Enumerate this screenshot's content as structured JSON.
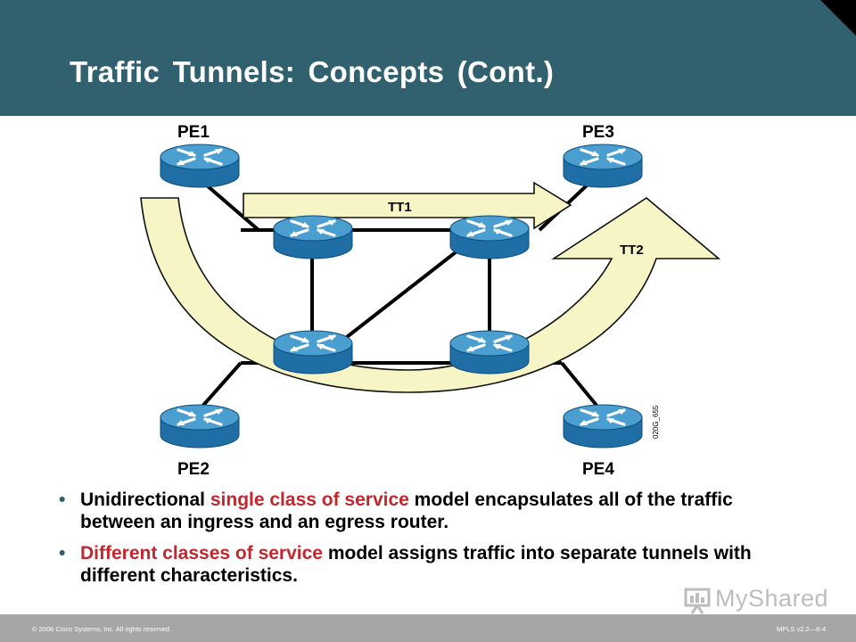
{
  "slide": {
    "title": "Traffic Tunnels: Concepts (Cont.)"
  },
  "diagram": {
    "nodes": [
      {
        "id": "pe1",
        "label": "PE1"
      },
      {
        "id": "pe2",
        "label": "PE2"
      },
      {
        "id": "pe3",
        "label": "PE3"
      },
      {
        "id": "pe4",
        "label": "PE4"
      }
    ],
    "tunnels": [
      {
        "id": "tt1",
        "label": "TT1"
      },
      {
        "id": "tt2",
        "label": "TT2"
      }
    ],
    "figure_id": "020G_655",
    "colors": {
      "router_top": "#4a9fd0",
      "router_side": "#1f6fa6",
      "tunnel_fill": "#f7f5c6",
      "link": "#000000"
    }
  },
  "bullets": [
    {
      "pre": "Unidirectional ",
      "highlight": "single class of service",
      "post": " model encapsulates all of the traffic between an ingress and an egress router."
    },
    {
      "pre": "",
      "highlight": "Different classes of service",
      "post": " model assigns traffic into separate tunnels with different characteristics."
    }
  ],
  "footer": {
    "copyright": "© 2006 Cisco Systems, Inc. All rights reserved.",
    "course": "MPLS v2.2—8-4"
  },
  "watermark": {
    "text": "MyShared"
  },
  "theme": {
    "header_bg": "#31606e",
    "highlight_red": "#c1272d",
    "footer_bg": "#a6a6a6"
  }
}
